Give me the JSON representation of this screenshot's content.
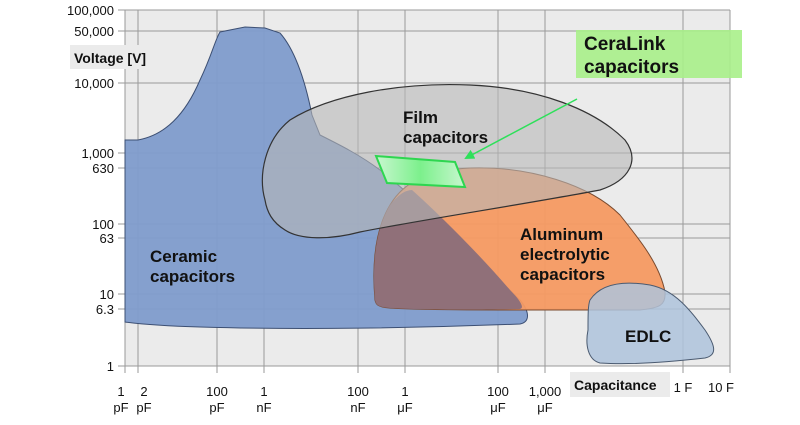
{
  "chart_data": {
    "type": "area",
    "title": "",
    "xlabel": "Capacitance",
    "ylabel": "Voltage [V]",
    "xscale": "log",
    "yscale": "log",
    "xlim": [
      "1 pF",
      "10 F"
    ],
    "ylim": [
      1,
      100000
    ],
    "grid": true,
    "x_ticks": [
      {
        "value": "1",
        "unit": "pF"
      },
      {
        "value": "2",
        "unit": "pF"
      },
      {
        "value": "100",
        "unit": "pF"
      },
      {
        "value": "1",
        "unit": "nF"
      },
      {
        "value": "100",
        "unit": "nF"
      },
      {
        "value": "1",
        "unit": "μF"
      },
      {
        "value": "100",
        "unit": "μF"
      },
      {
        "value": "1,000",
        "unit": "μF"
      },
      {
        "value": "1 F",
        "unit": ""
      },
      {
        "value": "10 F",
        "unit": ""
      }
    ],
    "y_ticks": [
      "100,000",
      "50,000",
      "10,000",
      "1,000",
      "630",
      "100",
      "63",
      "10",
      "6.3",
      "1"
    ],
    "regions": [
      {
        "name": "Ceramic capacitors",
        "color": "#7f9ccc",
        "capacitance_range": [
          "1 pF",
          "~100 μF"
        ],
        "voltage_range": [
          "~4 V",
          "~60,000 V"
        ]
      },
      {
        "name": "Film capacitors",
        "color": "#c8c8c8",
        "capacitance_range": [
          "~10 nF",
          "~1 F"
        ],
        "voltage_range": [
          "~100 V",
          "~6,000 V"
        ]
      },
      {
        "name": "Aluminum electrolytic capacitors",
        "color": "#f59a62",
        "capacitance_range": [
          "~100 nF",
          "~1 F"
        ],
        "voltage_range": [
          "~6 V",
          "~700 V"
        ]
      },
      {
        "name": "EDLC",
        "color": "#a9bfd9",
        "capacitance_range": [
          "~10,000 μF",
          "~10 F"
        ],
        "voltage_range": [
          "~1.3 V",
          "~10 V"
        ]
      },
      {
        "name": "CeraLink capacitors",
        "color": "#7cf08c",
        "capacitance_range": [
          "~100 nF",
          "~10 μF"
        ],
        "voltage_range": [
          "~400 V",
          "~1,000 V"
        ]
      }
    ],
    "annotations": [
      {
        "text": "CeraLink capacitors",
        "type": "callout-box",
        "arrow_to": "CeraLink region"
      }
    ]
  },
  "axes": {
    "y_title": "Voltage [V]",
    "x_title": "Capacitance",
    "y_ticks": [
      {
        "label": "100,000",
        "y": 10
      },
      {
        "label": "50,000",
        "y": 31
      },
      {
        "label": "10,000",
        "y": 83
      },
      {
        "label": "1,000",
        "y": 153
      },
      {
        "label": "630",
        "y": 168
      },
      {
        "label": "100",
        "y": 224
      },
      {
        "label": "63",
        "y": 238
      },
      {
        "label": "10",
        "y": 294
      },
      {
        "label": "6.3",
        "y": 309
      },
      {
        "label": "1",
        "y": 366
      }
    ],
    "x_ticks": [
      {
        "line1": "1",
        "line2": "pF"
      },
      {
        "line1": "2",
        "line2": "pF"
      },
      {
        "line1": "100",
        "line2": "pF"
      },
      {
        "line1": "1",
        "line2": "nF"
      },
      {
        "line1": "100",
        "line2": "nF"
      },
      {
        "line1": "1",
        "line2": "μF"
      },
      {
        "line1": "100",
        "line2": "μF"
      },
      {
        "line1": "1,000",
        "line2": "μF"
      },
      {
        "line1": "1 F",
        "line2": ""
      },
      {
        "line1": "10 F",
        "line2": ""
      }
    ]
  },
  "labels": {
    "ceramic_1": "Ceramic",
    "ceramic_2": "capacitors",
    "film_1": "Film",
    "film_2": "capacitors",
    "alu_1": "Aluminum",
    "alu_2": "electrolytic",
    "alu_3": "capacitors",
    "edlc": "EDLC",
    "ceralink_1": "CeraLink",
    "ceralink_2": "capacitors"
  },
  "colors": {
    "plot_bg": "#ebebeb",
    "grid": "#9a9a9a",
    "ceramic": "#7f9ccc",
    "film": "#c4c4c4",
    "aluminum": "#f59a62",
    "edlc": "#aec3dc",
    "ceralink": "#7cf08c",
    "callout_bg": "#a8f08a"
  }
}
